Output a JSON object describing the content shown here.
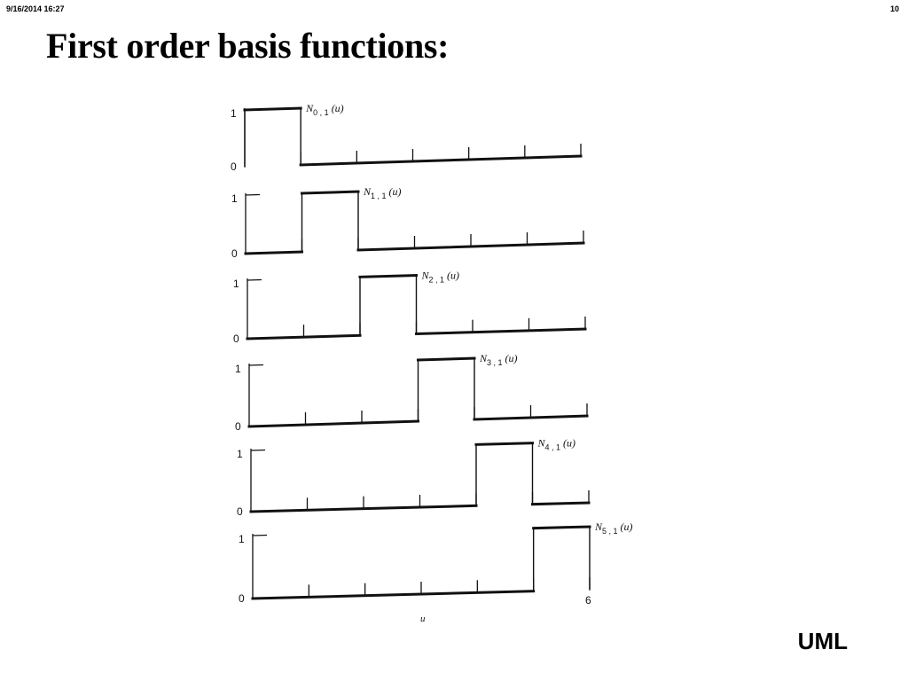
{
  "header": {
    "date": "9/16/2014   16:27",
    "slide_number": "10"
  },
  "title": "First order basis functions:",
  "footer": {
    "logo_text": "UML"
  },
  "chart_data": {
    "type": "line",
    "subplots": [
      {
        "name": "N_{0,1}(u)",
        "label_main": "N",
        "label_sub": "0 , 1",
        "label_arg": "(u)",
        "x": [
          0,
          0,
          1,
          1,
          6
        ],
        "y": [
          0,
          1,
          1,
          0,
          0
        ]
      },
      {
        "name": "N_{1,1}(u)",
        "label_main": "N",
        "label_sub": "1 , 1",
        "label_arg": "(u)",
        "x": [
          0,
          1,
          1,
          2,
          2,
          6
        ],
        "y": [
          0,
          0,
          1,
          1,
          0,
          0
        ]
      },
      {
        "name": "N_{2,1}(u)",
        "label_main": "N",
        "label_sub": "2 , 1",
        "label_arg": "(u)",
        "x": [
          0,
          2,
          2,
          3,
          3,
          6
        ],
        "y": [
          0,
          0,
          1,
          1,
          0,
          0
        ]
      },
      {
        "name": "N_{3,1}(u)",
        "label_main": "N",
        "label_sub": "3 , 1",
        "label_arg": "(u)",
        "x": [
          0,
          3,
          3,
          4,
          4,
          6
        ],
        "y": [
          0,
          0,
          1,
          1,
          0,
          0
        ]
      },
      {
        "name": "N_{4,1}(u)",
        "label_main": "N",
        "label_sub": "4 , 1",
        "label_arg": "(u)",
        "x": [
          0,
          4,
          4,
          5,
          5,
          6
        ],
        "y": [
          0,
          0,
          1,
          1,
          0,
          0
        ]
      },
      {
        "name": "N_{5,1}(u)",
        "label_main": "N",
        "label_sub": "5 , 1",
        "label_arg": "(u)",
        "x": [
          0,
          5,
          5,
          6,
          6
        ],
        "y": [
          0,
          0,
          1,
          1,
          0
        ]
      }
    ],
    "y_tick_labels": [
      "0",
      "1"
    ],
    "x_ticks": [
      1,
      2,
      3,
      4,
      5,
      6
    ],
    "x_end_label": "6",
    "xlabel": "u",
    "xlim": [
      0,
      6
    ],
    "ylim": [
      0,
      1
    ],
    "line_color": "#111111"
  }
}
